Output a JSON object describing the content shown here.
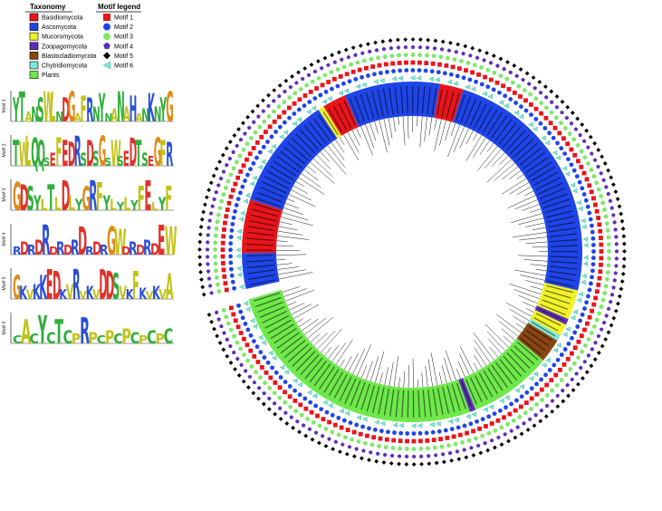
{
  "legends": {
    "taxonomy": {
      "title": "Taxonomy",
      "items": [
        {
          "label": "Basidiomycota",
          "color": "#e8151b"
        },
        {
          "label": "Ascomycota",
          "color": "#1f45e8"
        },
        {
          "label": "Mucoromycota",
          "color": "#f2f22a"
        },
        {
          "label": "Zoopagomycota",
          "color": "#5a2fb8"
        },
        {
          "label": "Blastocladiomycota",
          "color": "#8b4513"
        },
        {
          "label": "Chytridiomycota",
          "color": "#7de8d8"
        },
        {
          "label": "Plants",
          "color": "#6ee84a"
        }
      ]
    },
    "motif": {
      "title": "Motif legend",
      "items": [
        {
          "label": "Motif 1",
          "color": "#e8151b",
          "shape": "square"
        },
        {
          "label": "Motif 2",
          "color": "#1f45e8",
          "shape": "circle"
        },
        {
          "label": "Motif 3",
          "color": "#7ee86a",
          "shape": "circle"
        },
        {
          "label": "Motif 4",
          "color": "#5a2fb8",
          "shape": "pentagon"
        },
        {
          "label": "Motif 5",
          "color": "#000000",
          "shape": "diamond"
        },
        {
          "label": "Motif 6",
          "color": "#7de8d8",
          "shape": "triangle"
        }
      ]
    }
  },
  "motif_logos": [
    {
      "label": "Motif 1",
      "sequence": "YTxxSWLxDGxFRxYxxNxHxxKxYG"
    },
    {
      "label": "Motif 2",
      "sequence": "TWLQQxxFEDRxDxGxWxxDTxxGFR"
    },
    {
      "label": "Motif 3",
      "sequence": "GDSxxTxDxxGRFxxxxxFExxF"
    },
    {
      "label": "Motif 4",
      "sequence": "xxxxRxxxxDxxxGWxxxxxEW"
    },
    {
      "label": "Motif 5",
      "sequence": "GxxxKEDxxRxxxDDSxxFxxxxA"
    },
    {
      "label": "Motif 6",
      "sequence": "xAxYxTxxRxxxxxxxxxx"
    }
  ],
  "tree": {
    "clade_sectors": [
      {
        "taxon": "Ascomycota",
        "leaves": 6,
        "color": "#1f45e8"
      },
      {
        "taxon": "Basidiomycota",
        "leaves": 9,
        "color": "#e8151b"
      },
      {
        "taxon": "Ascomycota",
        "leaves": 19,
        "color": "#1f45e8"
      },
      {
        "taxon": "Mucoromycota",
        "leaves": 1,
        "color": "#f2f22a"
      },
      {
        "taxon": "Basidiomycota",
        "leaves": 4,
        "color": "#e8151b"
      },
      {
        "taxon": "Ascomycota",
        "leaves": 16,
        "color": "#1f45e8"
      },
      {
        "taxon": "Basidiomycota",
        "leaves": 4,
        "color": "#e8151b"
      },
      {
        "taxon": "Ascomycota",
        "leaves": 42,
        "color": "#1f45e8"
      },
      {
        "taxon": "Mucoromycota",
        "leaves": 5,
        "color": "#f2f22a"
      },
      {
        "taxon": "Zoopagomycota",
        "leaves": 1,
        "color": "#5a2fb8"
      },
      {
        "taxon": "Mucoromycota",
        "leaves": 2,
        "color": "#f2f22a"
      },
      {
        "taxon": "Chytridiomycota",
        "leaves": 1,
        "color": "#7de8d8"
      },
      {
        "taxon": "Blastocladiomycota",
        "leaves": 4,
        "color": "#8b4513"
      },
      {
        "taxon": "Plants",
        "leaves": 14,
        "color": "#6ee84a"
      },
      {
        "taxon": "Zoopagomycota",
        "leaves": 1,
        "color": "#5a2fb8"
      },
      {
        "taxon": "Plants",
        "leaves": 46,
        "color": "#6ee84a"
      }
    ],
    "motif_rings": [
      "Motif 6",
      "Motif 2",
      "Motif 1",
      "Motif 3",
      "Motif 4",
      "Motif 5"
    ]
  }
}
